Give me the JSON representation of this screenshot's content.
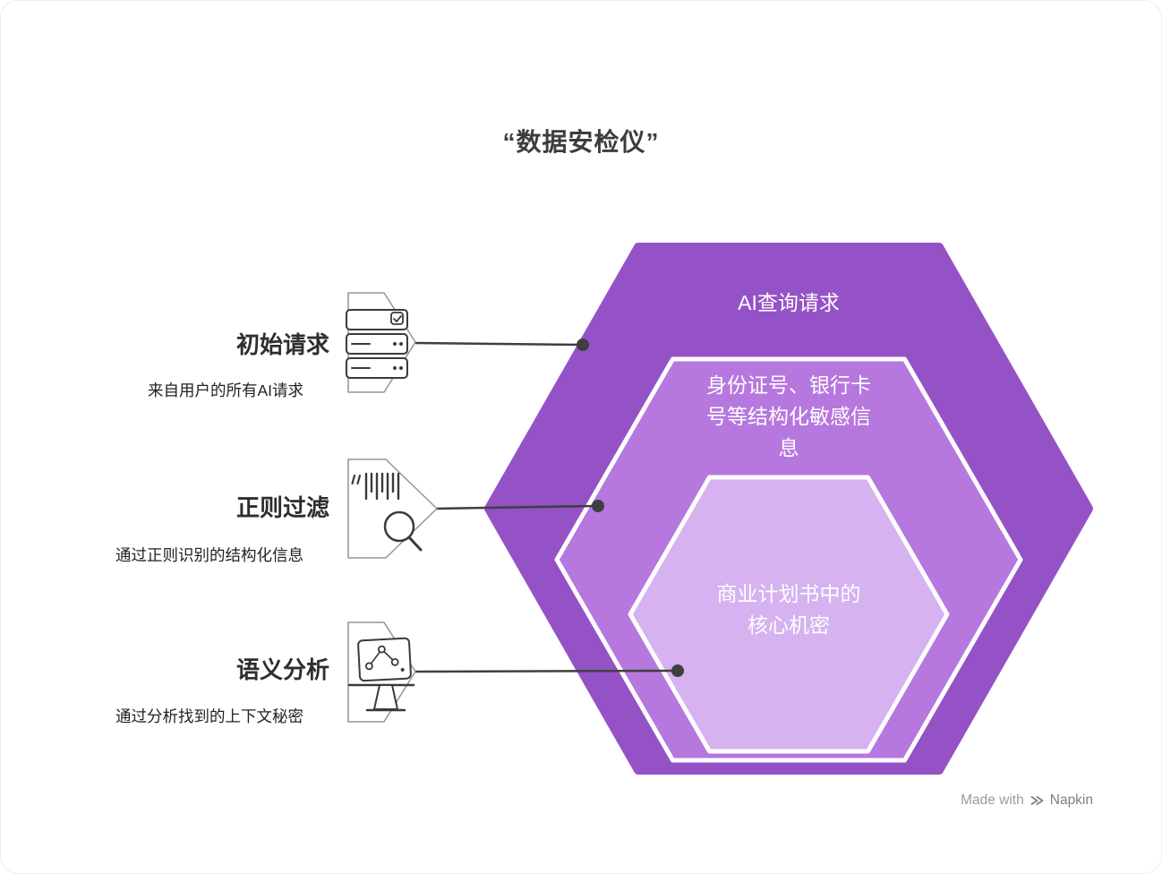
{
  "title": "“数据安检仪”",
  "hexagons": {
    "outer": {
      "label": "AI查询请求",
      "color": "#9552c6"
    },
    "middle": {
      "label": "身份证号、银行卡\n号等结构化敏感信\n息",
      "color": "#b677de"
    },
    "inner": {
      "label": "商业计划书中的\n核心机密",
      "color": "#d6b2f0"
    }
  },
  "steps": [
    {
      "title": "初始请求",
      "description": "来自用户的所有AI请求",
      "icon": "server-stack-icon"
    },
    {
      "title": "正则过滤",
      "description": "通过正则识别的结构化信息",
      "icon": "regex-search-icon"
    },
    {
      "title": "语义分析",
      "description": "通过分析找到的上下文秘密",
      "icon": "analysis-board-icon"
    }
  ],
  "footer": {
    "made_with": "Made with",
    "brand": "Napkin"
  }
}
